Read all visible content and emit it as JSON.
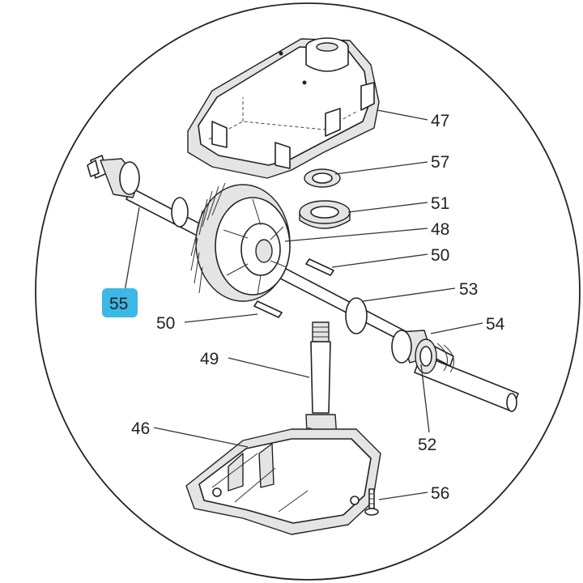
{
  "highlight_color": "#3bb8e6",
  "labels": {
    "p47": "47",
    "p57": "57",
    "p51": "51",
    "p48": "48",
    "p50a": "50",
    "p53": "53",
    "p54": "54",
    "p55": "55",
    "p50b": "50",
    "p49": "49",
    "p46": "46",
    "p52": "52",
    "p56": "56"
  }
}
